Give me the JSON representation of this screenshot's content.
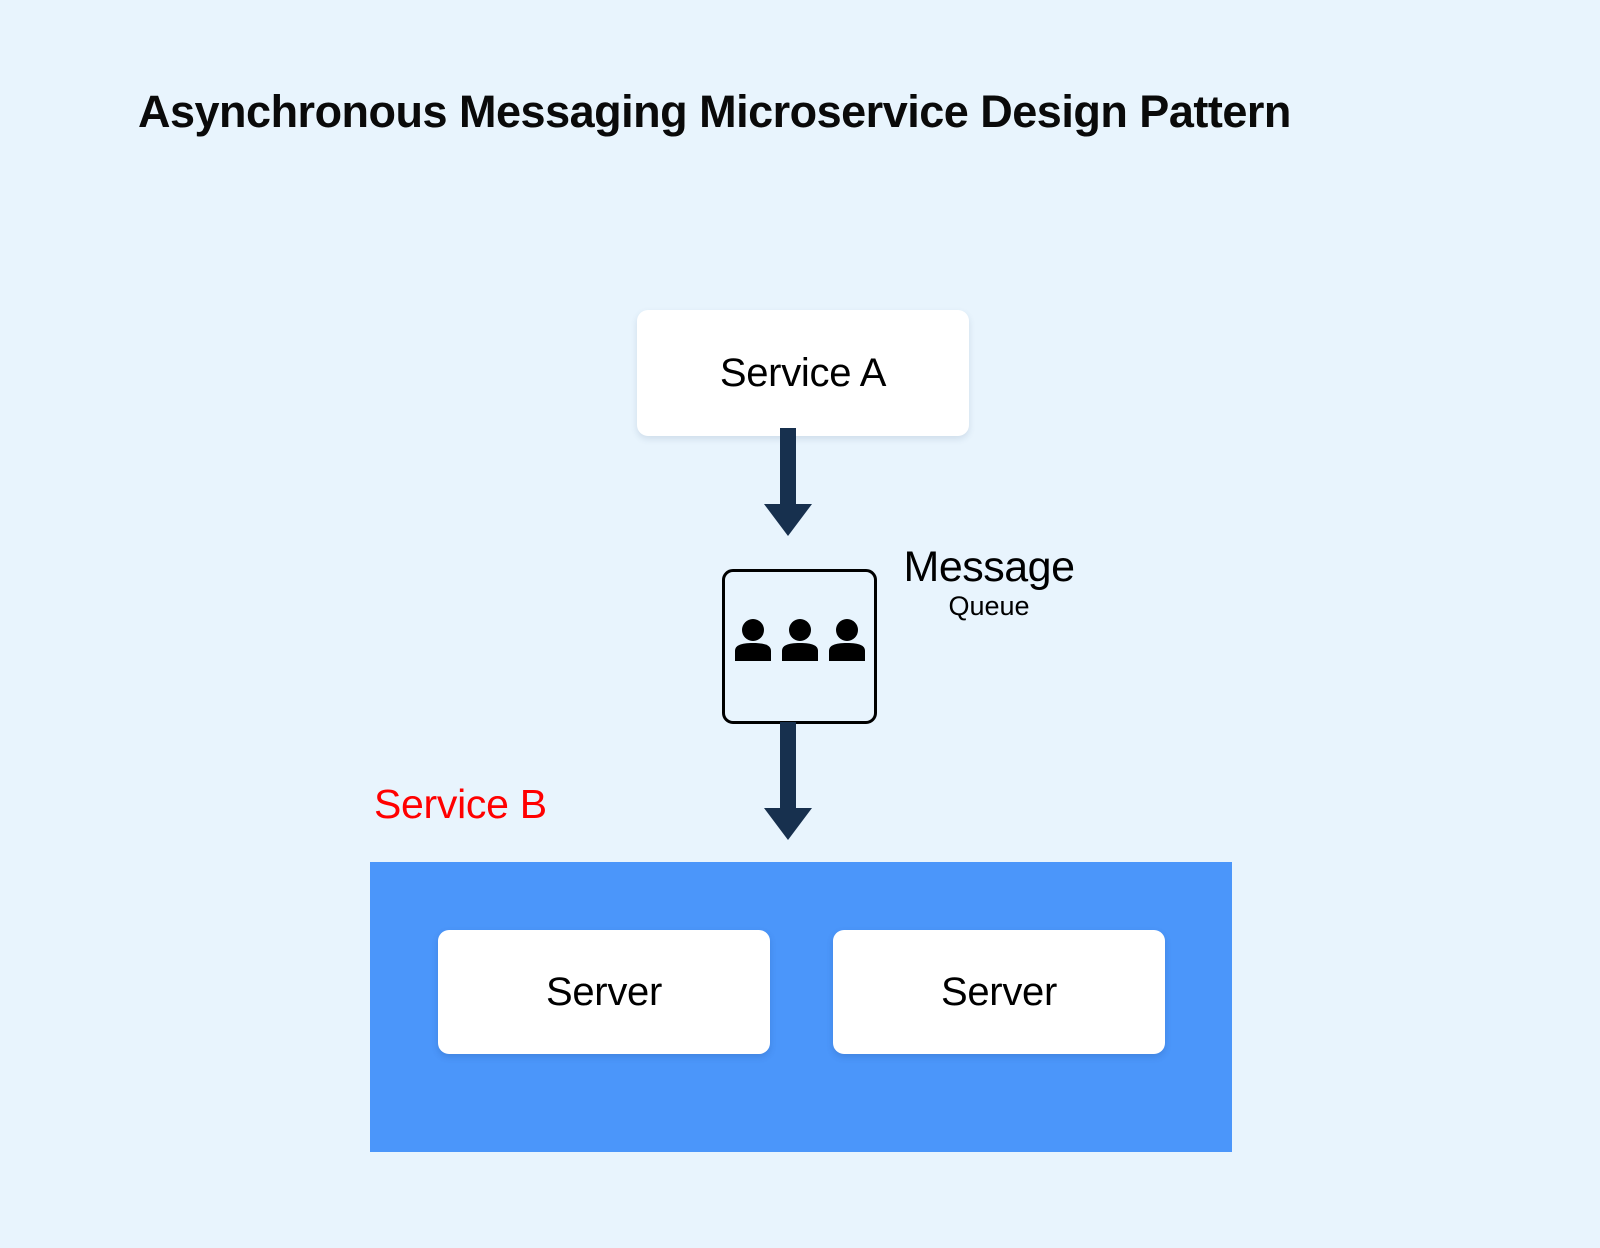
{
  "title": "Asynchronous Messaging Microservice Design Pattern",
  "colors": {
    "background": "#e8f4fd",
    "arrow": "#17304e",
    "service_b_container": "#4b96fa",
    "service_b_label": "#ff0000",
    "box_fill": "#ffffff",
    "queue_border": "#000000",
    "text": "#000000"
  },
  "nodes": {
    "service_a": {
      "label": "Service A"
    },
    "message_queue": {
      "label_primary": "Message",
      "label_secondary": "Queue",
      "icon": "three-people-icon",
      "person_count": 3
    },
    "service_b": {
      "label": "Service B",
      "servers": [
        {
          "label": "Server"
        },
        {
          "label": "Server"
        }
      ]
    }
  },
  "edges": [
    {
      "name": "service-a-to-queue",
      "from": "service_a",
      "to": "message_queue",
      "direction": "down"
    },
    {
      "name": "queue-to-service-b",
      "from": "message_queue",
      "to": "service_b",
      "direction": "down"
    }
  ]
}
